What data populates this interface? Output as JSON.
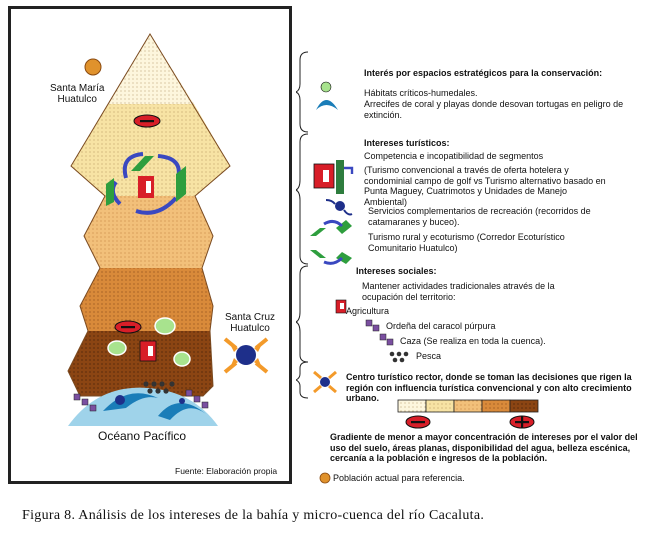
{
  "map": {
    "santa_maria": "Santa María\nHuatulco",
    "santa_cruz": "Santa Cruz\nHuatulco",
    "ocean": "Océano Pacífico",
    "source": "Fuente: Elaboración propia"
  },
  "legend": {
    "conservation": {
      "title": "Interés por espacios estratégicos para la conservación:",
      "wetlands": "Hábitats críticos-humedales.",
      "reefs": "Arrecifes de coral y playas donde desovan tortugas en peligro de extinción."
    },
    "tourism": {
      "title": "Intereses turísticos:",
      "competition": "Competencia e incopatibilidad de segmentos",
      "conventional": "(Turismo convencional a través de oferta hotelera y condominial campo de golf vs Turismo alternativo basado en Punta Maguey, Cuatrimotos y Unidades de Manejo Ambiental)",
      "complementary": "Servicios complementarios de recreación (recorridos de catamaranes y buceo).",
      "rural": "Turismo rural y ecoturismo (Corredor Ecoturístico Comunitario Huatulco)"
    },
    "social": {
      "title": "Intereses sociales:",
      "traditional": "Mantener actividades tradicionales através de la ocupación del territorio:",
      "agriculture": "Agricultura",
      "snail": "Ordeña del caracol púrpura",
      "hunting": "Caza (Se realiza en toda la cuenca).",
      "fishing": "Pesca"
    },
    "center": "Centro turístico rector, donde se toman las decisiones que rigen la región con influencia turística convencional y con alto crecimiento urbano.",
    "gradient": "Gradiente de menor a mayor concentración de intereses por el valor del uso del suelo, áreas planas, disponibilidad del agua, belleza escénica, cercanía a la población e ingresos de la población.",
    "population": "Población actual para referencia."
  },
  "caption": "Figura 8. Análisis de los intereses de la bahía y micro-cuenca del río Cacaluta.",
  "colors": {
    "zone1": "#fdf6dd",
    "zone2": "#f7e3a4",
    "zone3": "#f2c07a",
    "zone4": "#d98a3a",
    "zone5": "#8b4513",
    "accent_red": "#d81e28",
    "green": "#2e9e3e",
    "navy": "#1e2f8a",
    "orange": "#f39a2a"
  }
}
